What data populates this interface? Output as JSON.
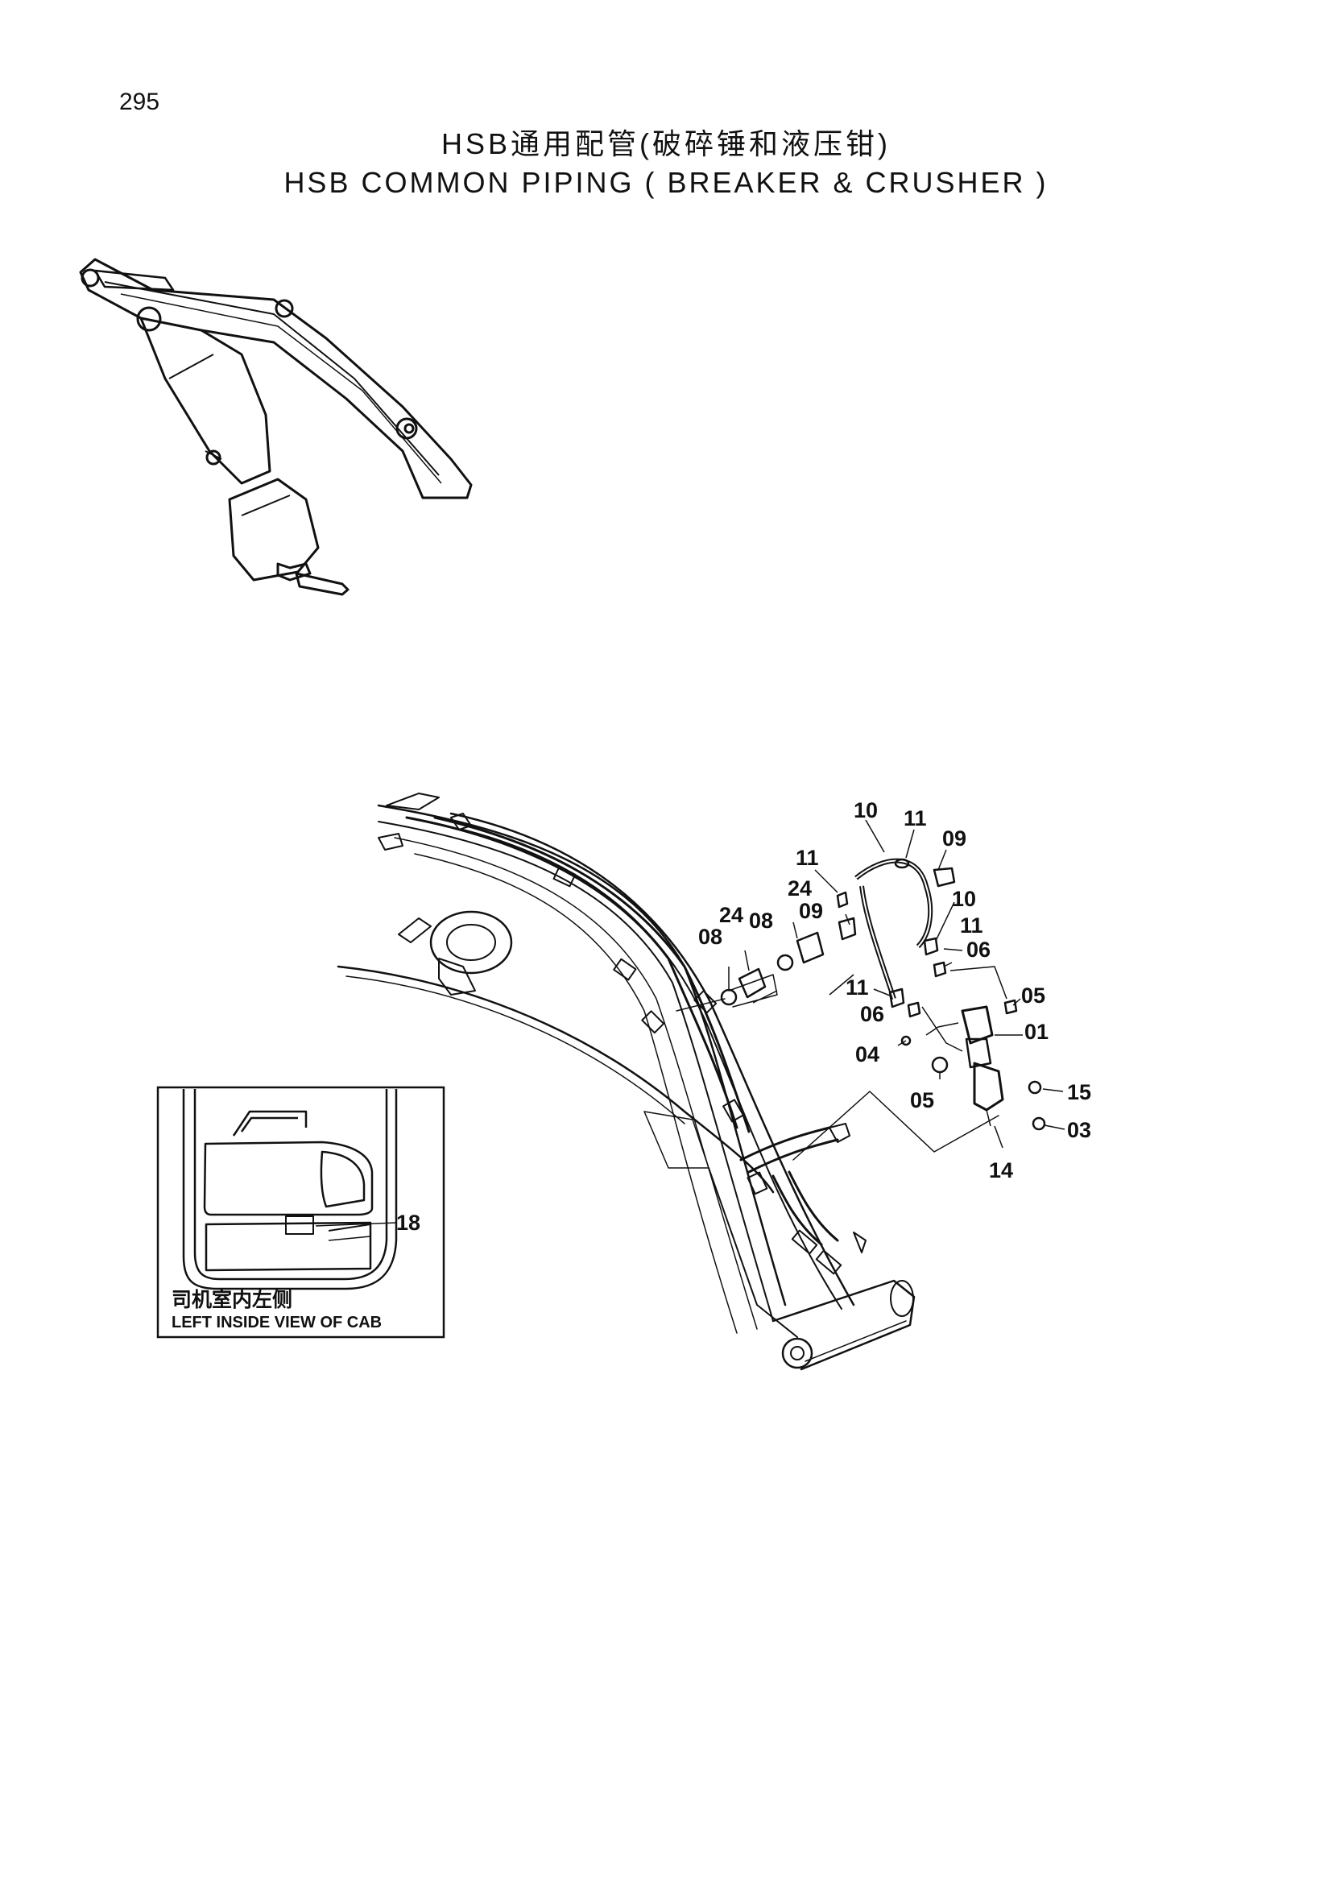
{
  "page_number": "295",
  "title_cn": "HSB通用配管(破碎锤和液压钳)",
  "title_en": "HSB COMMON PIPING ( BREAKER & CRUSHER )",
  "callouts": {
    "c10a": "10",
    "c11a": "11",
    "c09a": "09",
    "c11b": "11",
    "c24a": "24",
    "c08a": "08",
    "c24b": "24",
    "c08b": "08",
    "c09b": "09",
    "c10b": "10",
    "c11c": "11",
    "c06a": "06",
    "c11d": "11",
    "c06b": "06",
    "c05a": "05",
    "c01": "01",
    "c04": "04",
    "c05b": "05",
    "c15": "15",
    "c03": "03",
    "c14": "14"
  },
  "inset": {
    "callout": "18",
    "label_cn": "司机室内左侧",
    "label_en": "LEFT INSIDE VIEW OF CAB"
  }
}
